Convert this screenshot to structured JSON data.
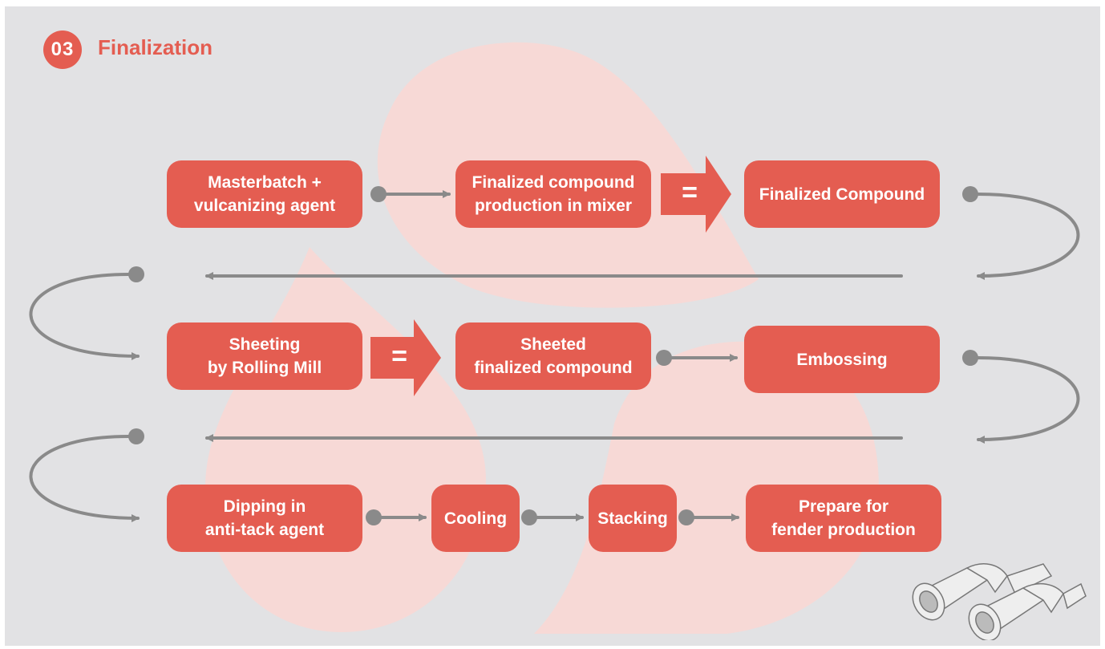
{
  "header": {
    "step_number": "03",
    "title": "Finalization"
  },
  "nodes": {
    "masterbatch": "Masterbatch +\nvulcanizing agent",
    "finalized_production": "Finalized compound\nproduction in mixer",
    "finalized_compound": "Finalized Compound",
    "sheeting": "Sheeting\nby Rolling Mill",
    "sheeted": "Sheeted\nfinalized compound",
    "embossing": "Embossing",
    "dipping": "Dipping in\nanti-tack agent",
    "cooling": "Cooling",
    "stacking": "Stacking",
    "prepare": "Prepare for\nfender production"
  },
  "equals_symbol": "=",
  "colors": {
    "accent": "#e45d51",
    "background": "#e2e2e4",
    "blob": "#f7d9d6",
    "connector": "#8a8a8a"
  },
  "icons": {
    "illustration": "fender-illustration-icon"
  }
}
